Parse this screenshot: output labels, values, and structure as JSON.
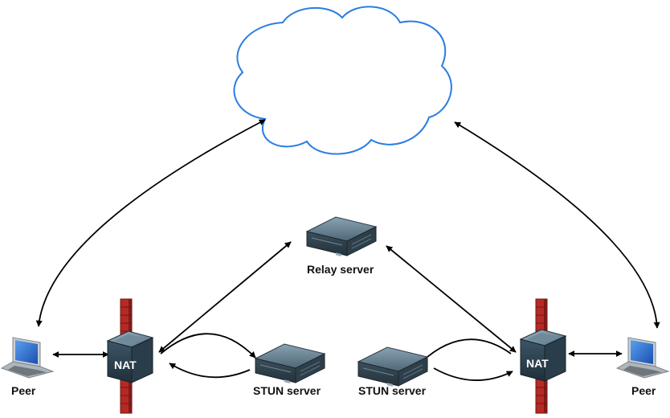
{
  "labels": {
    "relay": "Relay server",
    "stun_left": "STUN server",
    "stun_right": "STUN server",
    "peer_left": "Peer",
    "peer_right": "Peer",
    "nat_left": "NAT",
    "nat_right": "NAT"
  },
  "icons": {
    "cloud": "cloud-icon",
    "server": "server-icon",
    "laptop": "laptop-icon",
    "router": "router-icon",
    "firewall": "firewall-icon"
  },
  "colors": {
    "cloud_stroke": "#2a7de1",
    "firewall": "#b52a25",
    "router": "#3f5d73",
    "server": "#48606f",
    "laptop_screen": "#1e63c8"
  }
}
